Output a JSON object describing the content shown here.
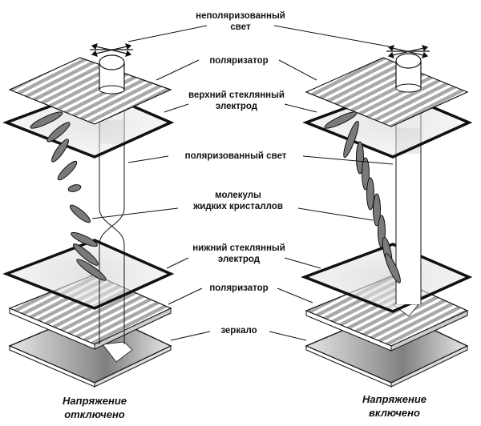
{
  "labels": {
    "unpolarized_light": [
      "неполяризованный",
      "свет"
    ],
    "polarizer_top": "поляризатор",
    "upper_electrode": [
      "верхний стеклянный",
      "электрод"
    ],
    "polarized_light": "поляризованный свет",
    "lc_molecules": [
      "молекулы",
      "жидких кристаллов"
    ],
    "lower_electrode": [
      "нижний стеклянный",
      "электрод"
    ],
    "polarizer_bottom": "поляризатор",
    "mirror": "зеркало"
  },
  "captions": {
    "left": [
      "Напряжение",
      "отключено"
    ],
    "right": [
      "Напряжение",
      "включено"
    ]
  },
  "states": [
    {
      "id": "voltage-off",
      "molecule_arrangement": "twisted",
      "light_passes": true
    },
    {
      "id": "voltage-on",
      "molecule_arrangement": "aligned-vertical",
      "light_passes": false
    }
  ],
  "colors": {
    "ink": "#111111",
    "hatch": "#9a9a9a",
    "shade": "#bdbdbd",
    "background": "#ffffff"
  }
}
